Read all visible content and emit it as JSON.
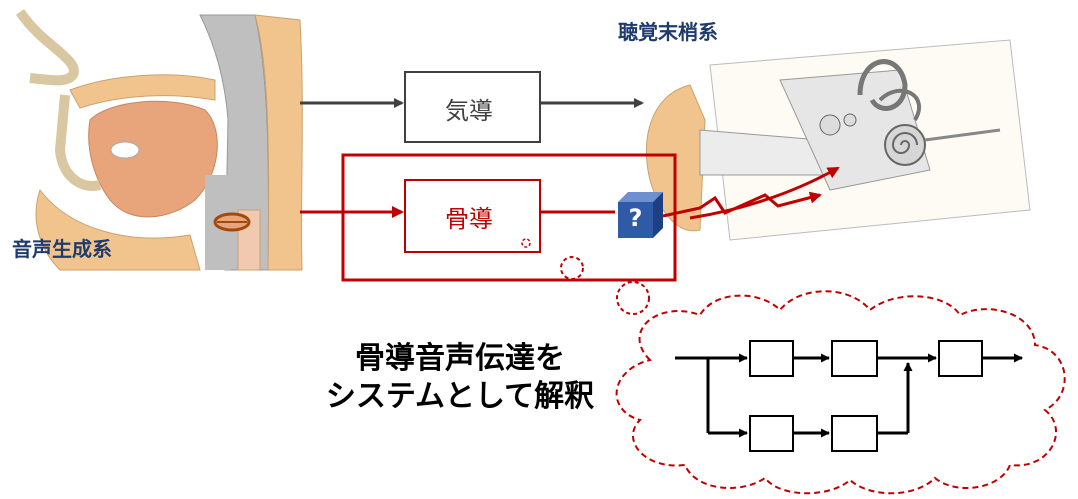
{
  "labels": {
    "peripheral_auditory_system": "聴覚末梢系",
    "speech_production_system": "音声生成系",
    "air_conduction": "気導",
    "bone_conduction": "骨導",
    "unknown_mark": "?"
  },
  "caption": {
    "line1": "骨導音声伝達を",
    "line2": "システムとして解釈"
  },
  "colors": {
    "accent_red": "#c00000",
    "arrow_gray": "#404040",
    "label_blue": "#1f3b6e",
    "cube_blue": "#2f5aa8",
    "skin": "#f2c48d",
    "tissue": "#e8a47a"
  },
  "icons": {
    "head_illustration": "vocal-tract-cross-section",
    "ear_illustration": "inner-ear-anatomy",
    "unknown_system": "question-cube-icon",
    "thought_cloud": "thought-bubble-cloud"
  }
}
